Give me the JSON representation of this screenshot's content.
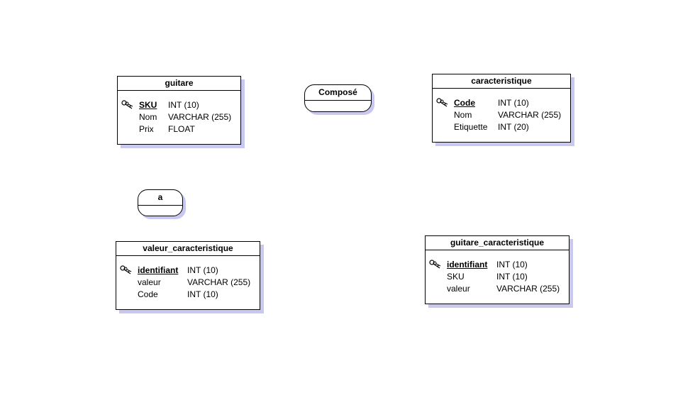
{
  "entities": {
    "guitare": {
      "title": "guitare",
      "attributes": [
        {
          "name": "SKU",
          "type": "INT (10)",
          "pk": true
        },
        {
          "name": "Nom",
          "type": "VARCHAR (255)"
        },
        {
          "name": "Prix",
          "type": "FLOAT"
        }
      ]
    },
    "caracteristique": {
      "title": "caracteristique",
      "attributes": [
        {
          "name": "Code",
          "type": "INT (10)",
          "pk": true
        },
        {
          "name": "Nom",
          "type": "VARCHAR (255)"
        },
        {
          "name": "Etiquette",
          "type": "INT (20)"
        }
      ]
    },
    "valeur_caracteristique": {
      "title": "valeur_caracteristique",
      "attributes": [
        {
          "name": "identifiant",
          "type": "INT (10)",
          "pk": true
        },
        {
          "name": "valeur",
          "type": "VARCHAR (255)"
        },
        {
          "name": "Code",
          "type": "INT (10)"
        }
      ]
    },
    "guitare_caracteristique": {
      "title": "guitare_caracteristique",
      "attributes": [
        {
          "name": "identifiant",
          "type": "INT (10)",
          "pk": true
        },
        {
          "name": "SKU",
          "type": "INT (10)"
        },
        {
          "name": "valeur",
          "type": "VARCHAR (255)"
        }
      ]
    }
  },
  "associations": {
    "compose": {
      "title": "Composé"
    },
    "a": {
      "title": "a"
    }
  },
  "icons": {
    "primary_key": "key-icon"
  },
  "colors": {
    "shadow": "#c8c8f0",
    "border": "#000000",
    "background": "#ffffff"
  }
}
